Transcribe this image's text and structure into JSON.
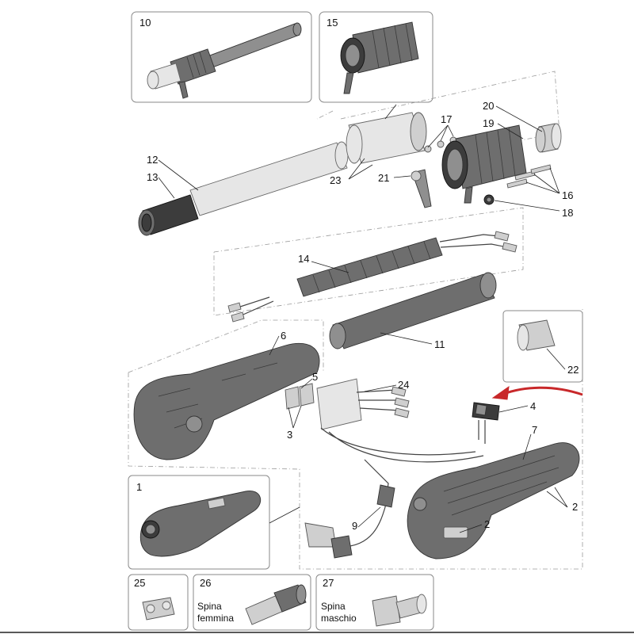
{
  "labels": {
    "p1": "1",
    "p2a": "2",
    "p2b": "2",
    "p3": "3",
    "p4": "4",
    "p5": "5",
    "p6": "6",
    "p7": "7",
    "p9": "9",
    "p10": "10",
    "p11": "11",
    "p12": "12",
    "p13": "13",
    "p14": "14",
    "p15": "15",
    "p16": "16",
    "p17": "17",
    "p18": "18",
    "p19": "19",
    "p20": "20",
    "p21": "21",
    "p22": "22",
    "p23": "23",
    "p24": "24",
    "p25": "25",
    "p26": "26",
    "p27": "27"
  },
  "captions": {
    "p26_line1": "Spina",
    "p26_line2": "femmina",
    "p27_line1": "Spina",
    "p27_line2": "maschio"
  },
  "colors": {
    "highlight_arrow": "#c8282a",
    "part_dark": "#6e6e6e",
    "part_light": "#cfcfcf"
  }
}
